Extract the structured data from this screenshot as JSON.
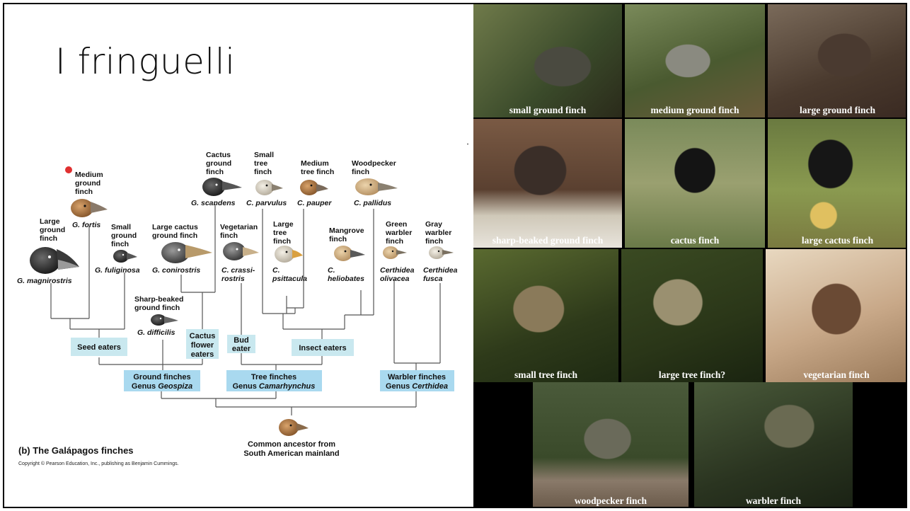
{
  "slide": {
    "title": "I fringuelli"
  },
  "diagram": {
    "species": {
      "magnirostris": {
        "common": [
          "Large",
          "ground",
          "finch"
        ],
        "latin": "G. magnirostris"
      },
      "fortis": {
        "common": [
          "Medium",
          "ground",
          "finch"
        ],
        "latin": "G. fortis"
      },
      "fuliginosa": {
        "common": [
          "Small",
          "ground",
          "finch"
        ],
        "latin": "G. fuliginosa"
      },
      "conirostris": {
        "common": [
          "Large cactus",
          "ground finch"
        ],
        "latin": "G. conirostris"
      },
      "difficilis": {
        "common": [
          "Sharp-beaked",
          "ground finch"
        ],
        "latin": "G. difficilis"
      },
      "scandens": {
        "common": [
          "Cactus",
          "ground",
          "finch"
        ],
        "latin": "G. scandens"
      },
      "crassirostris": {
        "common": [
          "Vegetarian",
          "finch"
        ],
        "latin": [
          "C. crassi-",
          "rostris"
        ]
      },
      "parvulus": {
        "common": [
          "Small",
          "tree",
          "finch"
        ],
        "latin": "C. parvulus"
      },
      "psittacula": {
        "common": [
          "Large",
          "tree",
          "finch"
        ],
        "latin": [
          "C.",
          "psittacula"
        ]
      },
      "pauper": {
        "common": [
          "Medium",
          "tree finch"
        ],
        "latin": "C. pauper"
      },
      "heliobates": {
        "common": [
          "Mangrove",
          "finch"
        ],
        "latin": [
          "C.",
          "heliobates"
        ]
      },
      "pallidus": {
        "common": [
          "Woodpecker",
          "finch"
        ],
        "latin": "C. pallidus"
      },
      "olivacea": {
        "common": [
          "Green",
          "warbler",
          "finch"
        ],
        "latin": [
          "Certhidea",
          "olivacea"
        ]
      },
      "fusca": {
        "common": [
          "Gray",
          "warbler",
          "finch"
        ],
        "latin": [
          "Certhidea",
          "fusca"
        ]
      }
    },
    "diets": {
      "seed": "Seed eaters",
      "cactus_flower": [
        "Cactus",
        "flower",
        "eaters"
      ],
      "bud": [
        "Bud",
        "eater"
      ],
      "insect": "Insect eaters"
    },
    "groups": {
      "ground": {
        "line1": "Ground finches",
        "genus_prefix": "Genus ",
        "genus": "Geospiza"
      },
      "tree": {
        "line1": "Tree finches",
        "genus_prefix": "Genus ",
        "genus": "Camarhynchus"
      },
      "warbler": {
        "line1": "Warbler finches",
        "genus_prefix": "Genus ",
        "genus": "Certhidea"
      }
    },
    "ancestor": [
      "Common ancestor from",
      "South American mainland"
    ],
    "caption": "(b) The Galápagos finches",
    "copyright": "Copyright © Pearson Education, Inc., publishing as Benjamin Cummings.",
    "colors": {
      "box": "#c9e8ef",
      "genus_box": "#a9d9ef",
      "marker": "#e03030",
      "branch": "#555555"
    }
  },
  "photos": [
    "small ground finch",
    "medium ground finch",
    "large ground finch",
    "sharp-beaked ground finch",
    "cactus finch",
    "large cactus finch",
    "small tree finch",
    "large tree finch?",
    "vegetarian finch",
    "woodpecker finch",
    "warbler finch"
  ]
}
